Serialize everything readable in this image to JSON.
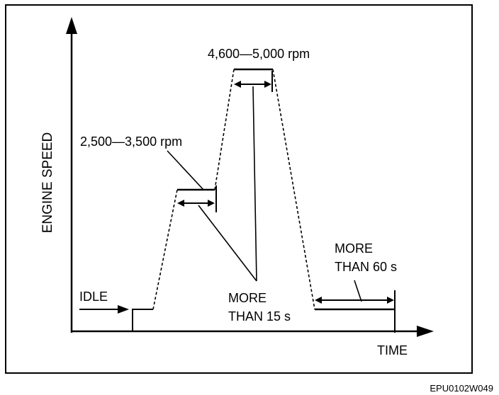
{
  "diagram": {
    "y_axis_label": "ENGINE SPEED",
    "x_axis_label": "TIME",
    "idle_label": "IDLE",
    "step1_label": "2,500—3,500 rpm",
    "step2_label": "4,600—5,000 rpm",
    "hold_label_line1": "MORE",
    "hold_label_line2": "THAN 15 s",
    "final_label_line1": "MORE",
    "final_label_line2": "THAN 60 s",
    "figure_code": "EPU0102W049"
  }
}
